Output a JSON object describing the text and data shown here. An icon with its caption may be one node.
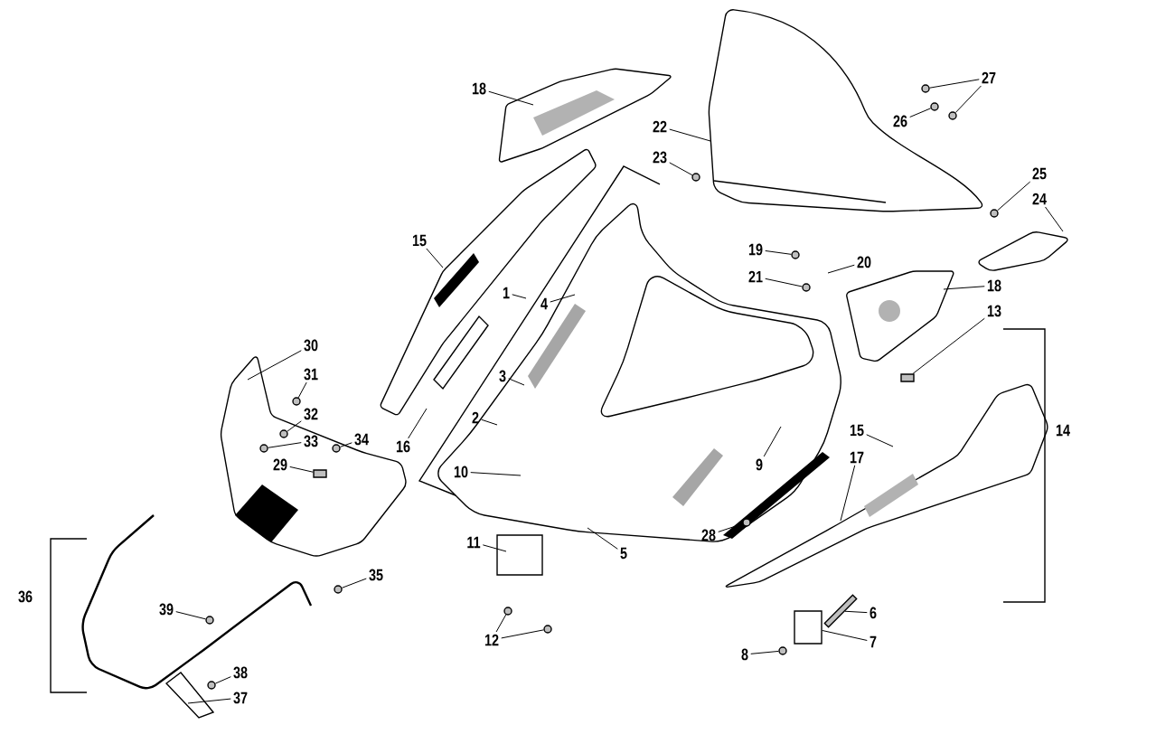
{
  "diagram": {
    "nodes": [
      {
        "text": [
          "18"
        ]
      },
      {
        "text": [
          "27"
        ]
      },
      {
        "text": [
          "26"
        ]
      },
      {
        "text": [
          "22"
        ]
      },
      {
        "text": [
          "23"
        ]
      },
      {
        "text": [
          "25"
        ]
      },
      {
        "text": [
          "24"
        ]
      },
      {
        "text": [
          "15"
        ]
      },
      {
        "text": [
          "19"
        ]
      },
      {
        "text": [
          "20"
        ]
      },
      {
        "text": [
          "21"
        ]
      },
      {
        "text": [
          "18"
        ]
      },
      {
        "text": [
          "1"
        ]
      },
      {
        "text": [
          "4"
        ]
      },
      {
        "text": [
          "13"
        ]
      },
      {
        "text": [
          "30"
        ]
      },
      {
        "text": [
          "31"
        ]
      },
      {
        "text": [
          "3"
        ]
      },
      {
        "text": [
          "32"
        ]
      },
      {
        "text": [
          "2"
        ]
      },
      {
        "text": [
          "15"
        ]
      },
      {
        "text": [
          "33"
        ]
      },
      {
        "text": [
          "34"
        ]
      },
      {
        "text": [
          "16"
        ]
      },
      {
        "text": [
          "17"
        ]
      },
      {
        "text": [
          "29"
        ]
      },
      {
        "text": [
          "9"
        ]
      },
      {
        "text": [
          "10"
        ]
      },
      {
        "text": [
          "28"
        ]
      },
      {
        "text": [
          "11"
        ]
      },
      {
        "text": [
          "5"
        ]
      },
      {
        "text": [
          "35"
        ]
      },
      {
        "text": [
          "39"
        ]
      },
      {
        "text": [
          "6"
        ]
      },
      {
        "text": [
          "12"
        ]
      },
      {
        "text": [
          "7"
        ]
      },
      {
        "text": [
          "8"
        ]
      },
      {
        "text": [
          "38"
        ]
      },
      {
        "text": [
          "37"
        ]
      },
      {
        "text": [],
        "shape": "circle"
      },
      {
        "text": [],
        "shape": "circle"
      },
      {
        "text": [],
        "shape": "circle"
      },
      {
        "text": [],
        "shape": "circle"
      },
      {
        "text": [],
        "shape": "circle"
      },
      {
        "text": [],
        "shape": "circle"
      },
      {
        "text": [],
        "shape": "circle"
      },
      {
        "text": [],
        "shape": "circle"
      },
      {
        "text": [],
        "shape": "box"
      },
      {
        "text": [],
        "shape": "circle"
      },
      {
        "text": [],
        "shape": "circle"
      },
      {
        "text": [],
        "shape": "circle"
      },
      {
        "text": [],
        "shape": "box"
      },
      {
        "text": [],
        "shape": "circle"
      },
      {
        "text": [],
        "shape": "circle"
      },
      {
        "text": [],
        "shape": "circle"
      },
      {
        "text": [],
        "shape": "circle"
      },
      {
        "text": [],
        "shape": "circle"
      },
      {
        "text": [],
        "shape": "circle"
      },
      {
        "text": [],
        "shape": "circle"
      },
      {
        "text": [],
        "shape": "box"
      },
      {
        "text": [],
        "shape": "box"
      }
    ],
    "edges": [
      {
        "from": 0,
        "to": null,
        "arrow": "none"
      },
      {
        "from": 1,
        "to": 39,
        "arrow": "none"
      },
      {
        "from": 2,
        "to": 40,
        "arrow": "none"
      },
      {
        "from": 3,
        "to": null,
        "arrow": "none"
      },
      {
        "from": 4,
        "to": 42,
        "arrow": "none"
      },
      {
        "from": 5,
        "to": 43,
        "arrow": "none"
      },
      {
        "from": 6,
        "to": null,
        "arrow": "none"
      },
      {
        "from": 7,
        "to": null,
        "arrow": "none"
      },
      {
        "from": 8,
        "to": 44,
        "arrow": "none"
      },
      {
        "from": 9,
        "to": null,
        "arrow": "none"
      },
      {
        "from": 10,
        "to": 45,
        "arrow": "none"
      },
      {
        "from": 11,
        "to": null,
        "arrow": "none"
      },
      {
        "from": 12,
        "to": null,
        "arrow": "none"
      },
      {
        "from": 13,
        "to": null,
        "arrow": "none"
      },
      {
        "from": 14,
        "to": 47,
        "arrow": "none"
      },
      {
        "from": 15,
        "to": null,
        "arrow": "none"
      },
      {
        "from": 16,
        "to": 46,
        "arrow": "none"
      },
      {
        "from": 17,
        "to": null,
        "arrow": "none"
      },
      {
        "from": 18,
        "to": 48,
        "arrow": "none"
      },
      {
        "from": 19,
        "to": null,
        "arrow": "none"
      },
      {
        "from": 20,
        "to": null,
        "arrow": "none"
      },
      {
        "from": 21,
        "to": 49,
        "arrow": "none"
      },
      {
        "from": 22,
        "to": 50,
        "arrow": "none"
      },
      {
        "from": 23,
        "to": null,
        "arrow": "none"
      },
      {
        "from": 24,
        "to": null,
        "arrow": "none"
      },
      {
        "from": 25,
        "to": 51,
        "arrow": "none"
      },
      {
        "from": 26,
        "to": null,
        "arrow": "none"
      },
      {
        "from": 27,
        "to": null,
        "arrow": "none"
      },
      {
        "from": 28,
        "to": 52,
        "arrow": "none"
      },
      {
        "from": 29,
        "to": null,
        "arrow": "none"
      },
      {
        "from": 30,
        "to": null,
        "arrow": "none"
      },
      {
        "from": 31,
        "to": 53,
        "arrow": "none"
      },
      {
        "from": 32,
        "to": 55,
        "arrow": "none"
      },
      {
        "from": 33,
        "to": 60,
        "arrow": "none"
      },
      {
        "from": 34,
        "to": 54,
        "arrow": "none"
      },
      {
        "from": 35,
        "to": 59,
        "arrow": "none"
      },
      {
        "from": 36,
        "to": 57,
        "arrow": "none"
      },
      {
        "from": 37,
        "to": 58,
        "arrow": "none"
      },
      {
        "from": 38,
        "to": null,
        "arrow": "none"
      },
      {
        "from": 1,
        "to": 41,
        "arrow": "none"
      },
      {
        "from": 34,
        "to": 56,
        "arrow": "none"
      }
    ],
    "labels": [
      "14",
      "36"
    ]
  }
}
